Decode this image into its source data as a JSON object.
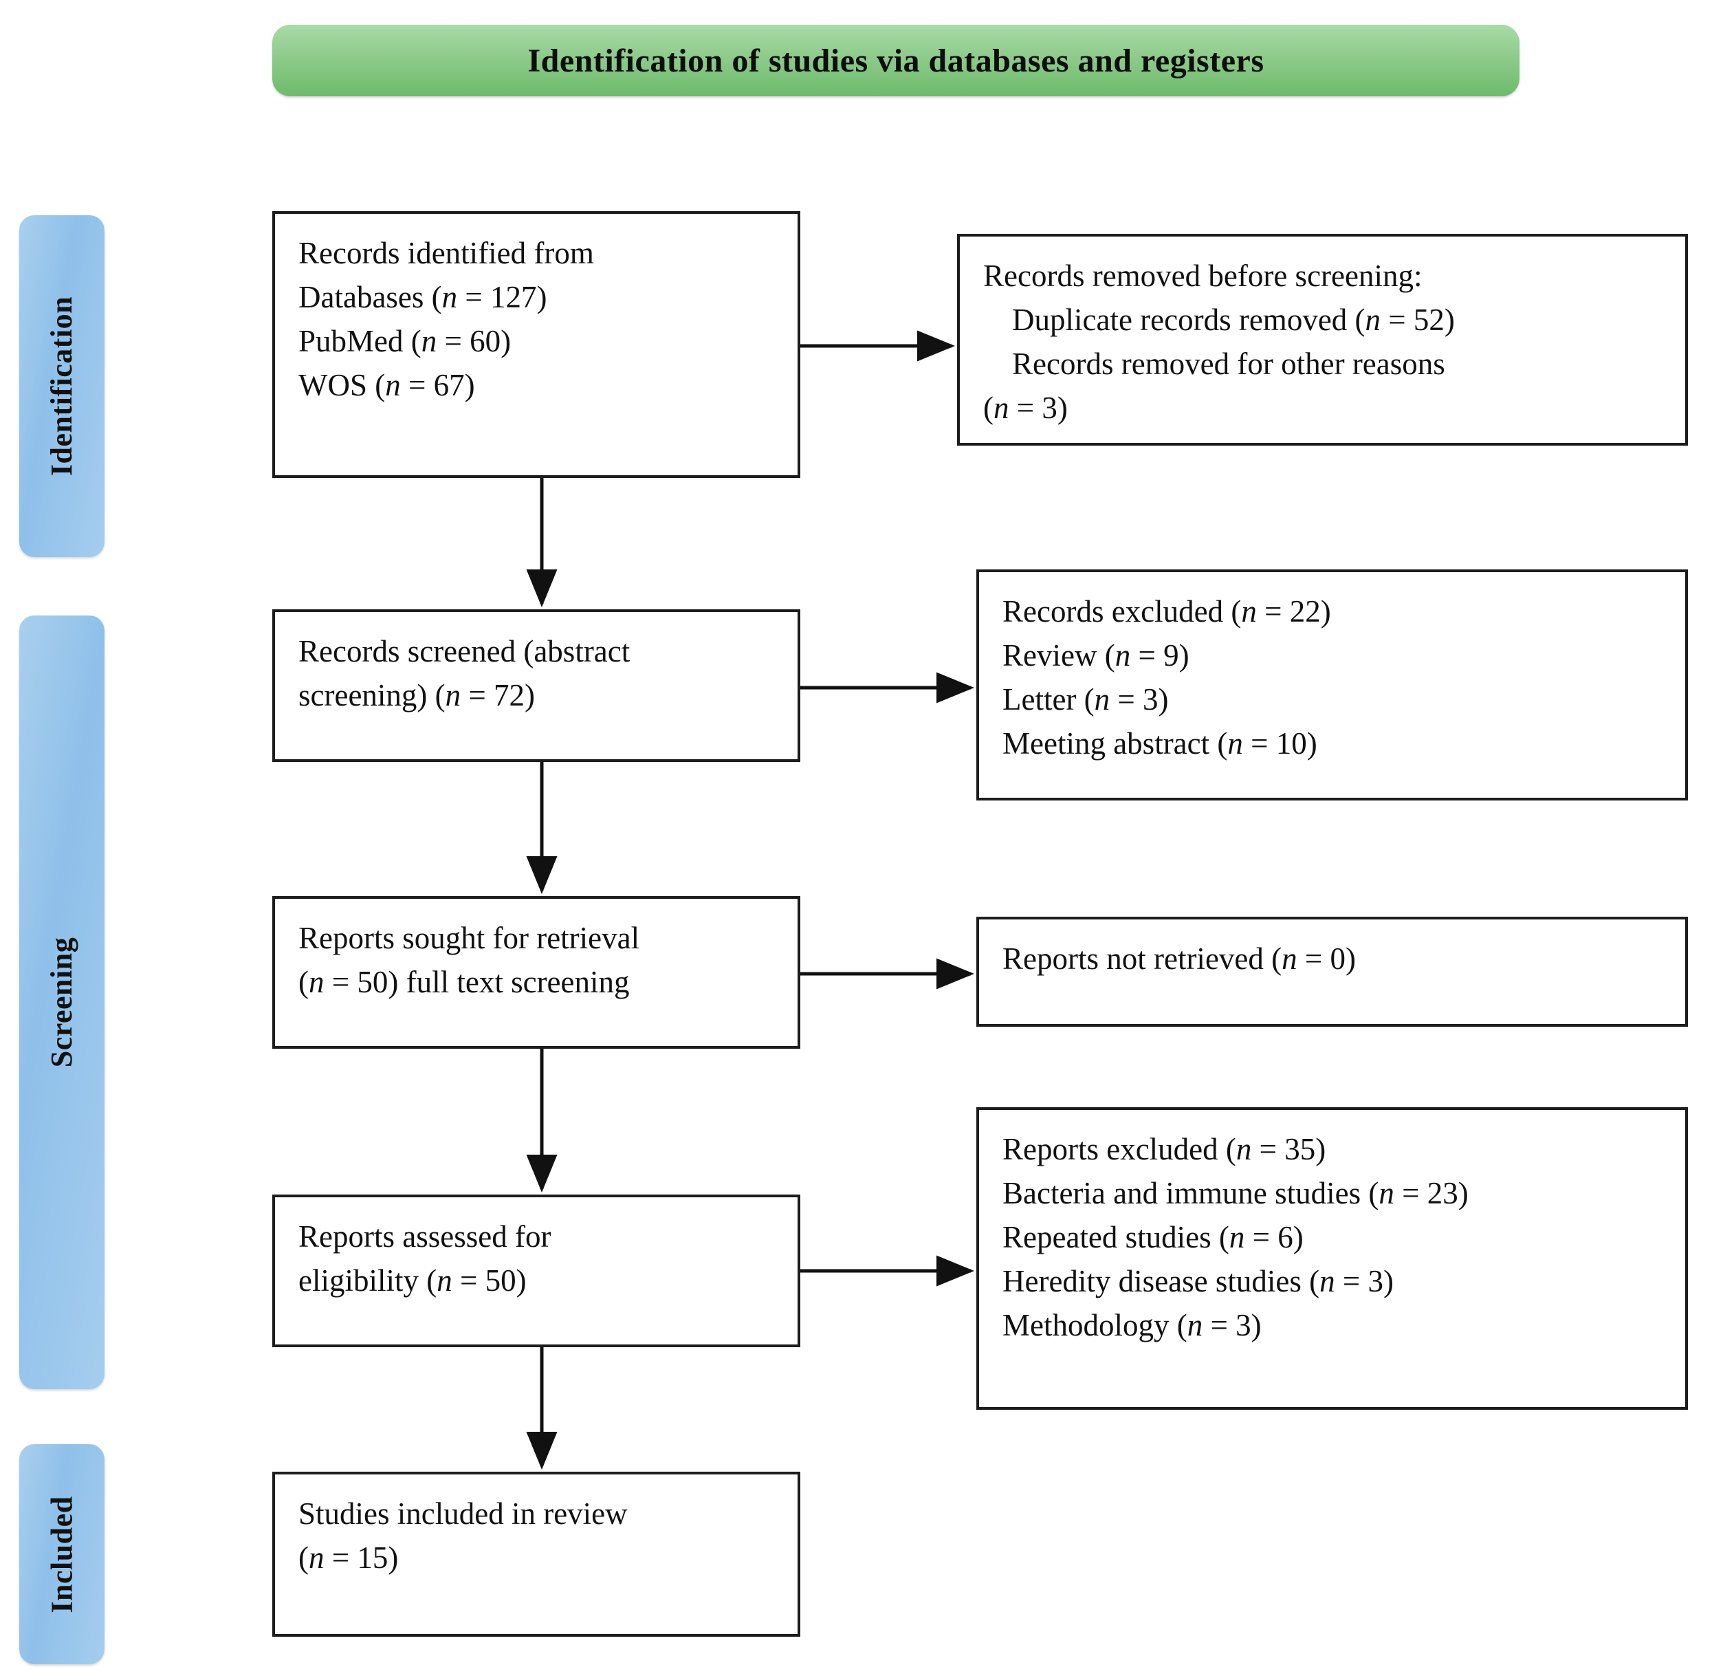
{
  "header": {
    "title": "Identification  of studies via databases and registers",
    "background_color": "#8ecb8b"
  },
  "stages": {
    "identification": "Identification",
    "screening": "Screening",
    "included": "Included",
    "pill_color": "#8fc0e9"
  },
  "boxes": {
    "identified": {
      "lines": [
        "Records identified  from",
        "Databases (n = 127)",
        "PubMed (n = 60)",
        "WOS (n = 67)"
      ],
      "l0": "Records identified  from",
      "l1_pre": "Databases (",
      "l1_n": "n",
      "l1_post": " = 127)",
      "l2_pre": "PubMed (",
      "l2_n": "n",
      "l2_post": " = 60)",
      "l3_pre": "WOS (",
      "l3_n": "n",
      "l3_post": " = 67)"
    },
    "removed": {
      "l0": "Records removed before screening:",
      "l1_pre": "Duplicate  records removed (",
      "l1_n": "n",
      "l1_post": " = 52)",
      "l2": "Records removed for other reasons",
      "l3_pre": "(",
      "l3_n": "n",
      "l3_post": " = 3)"
    },
    "screened": {
      "l0": "Records screened (abstract",
      "l1_pre": "screening)  (",
      "l1_n": "n",
      "l1_post": " = 72)"
    },
    "records_excluded": {
      "l0_pre": "Records excluded  (",
      "l0_n": "n",
      "l0_post": " = 22)",
      "l1_pre": "Review  (",
      "l1_n": "n",
      "l1_post": " = 9)",
      "l2_pre": "Letter (",
      "l2_n": "n",
      "l2_post": " = 3)",
      "l3_pre": "Meeting  abstract (",
      "l3_n": "n",
      "l3_post": " = 10)"
    },
    "sought": {
      "l0": "Reports sought for retrieval",
      "l1_pre": "(",
      "l1_n": "n",
      "l1_post": " = 50) full  text screening"
    },
    "not_retrieved": {
      "l0_pre": "Reports not retrieved  (",
      "l0_n": "n",
      "l0_post": " = 0)"
    },
    "assessed": {
      "l0": "Reports assessed for",
      "l1_pre": "eligibility  (",
      "l1_n": "n",
      "l1_post": " = 50)"
    },
    "reports_excluded": {
      "l0_pre": "Reports excluded (",
      "l0_n": "n",
      "l0_post": " = 35)",
      "l1_pre": "Bacteria  and immune  studies (",
      "l1_n": "n",
      "l1_post": " = 23)",
      "l2_pre": "Repeated studies (",
      "l2_n": "n",
      "l2_post": " = 6)",
      "l3_pre": "Heredity  disease studies (",
      "l3_n": "n",
      "l3_post": " = 3)",
      "l4_pre": "Methodology  (",
      "l4_n": "n",
      "l4_post": " = 3)"
    },
    "included": {
      "l0": "Studies included  in review",
      "l1_pre": "(",
      "l1_n": "n",
      "l1_post": " = 15)"
    }
  },
  "chart_data": {
    "type": "diagram",
    "title": "Identification  of studies via databases and registers",
    "flow": [
      {
        "stage": "Identification",
        "node": "Records identified from Databases",
        "n": 127
      },
      {
        "stage": "Identification",
        "node": "PubMed",
        "n": 60
      },
      {
        "stage": "Identification",
        "node": "WOS",
        "n": 67
      },
      {
        "stage": "Identification",
        "node": "Duplicate records removed",
        "n": 52
      },
      {
        "stage": "Identification",
        "node": "Records removed for other reasons",
        "n": 3
      },
      {
        "stage": "Screening",
        "node": "Records screened (abstract screening)",
        "n": 72
      },
      {
        "stage": "Screening",
        "node": "Records excluded",
        "n": 22
      },
      {
        "stage": "Screening",
        "node": "Review",
        "n": 9
      },
      {
        "stage": "Screening",
        "node": "Letter",
        "n": 3
      },
      {
        "stage": "Screening",
        "node": "Meeting abstract",
        "n": 10
      },
      {
        "stage": "Screening",
        "node": "Reports sought for retrieval (full text screening)",
        "n": 50
      },
      {
        "stage": "Screening",
        "node": "Reports not retrieved",
        "n": 0
      },
      {
        "stage": "Screening",
        "node": "Reports assessed for eligibility",
        "n": 50
      },
      {
        "stage": "Screening",
        "node": "Reports excluded",
        "n": 35
      },
      {
        "stage": "Screening",
        "node": "Bacteria and immune studies",
        "n": 23
      },
      {
        "stage": "Screening",
        "node": "Repeated studies",
        "n": 6
      },
      {
        "stage": "Screening",
        "node": "Heredity disease studies",
        "n": 3
      },
      {
        "stage": "Screening",
        "node": "Methodology",
        "n": 3
      },
      {
        "stage": "Included",
        "node": "Studies included in review",
        "n": 15
      }
    ]
  }
}
